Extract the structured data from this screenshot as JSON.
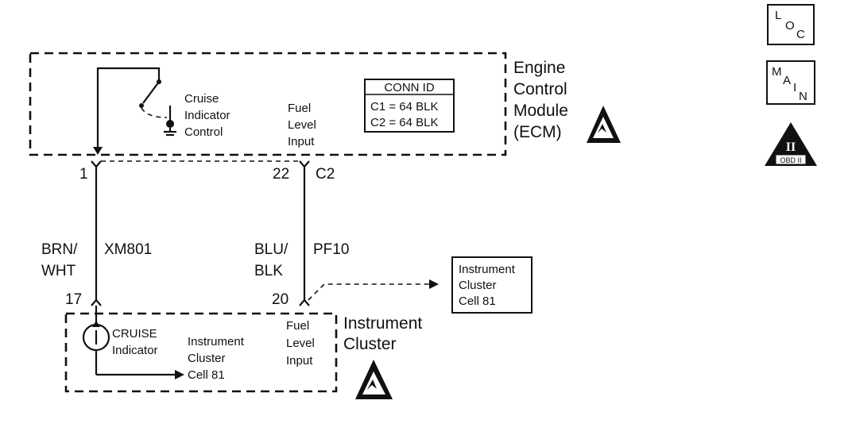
{
  "ecm": {
    "label_lines": [
      "Engine",
      "Control",
      "Module",
      "(ECM)"
    ],
    "switch_label_lines": [
      "Cruise",
      "Indicator",
      "Control"
    ],
    "fuel_input_lines": [
      "Fuel",
      "Level",
      "Input"
    ],
    "conn_table": {
      "header": "CONN ID",
      "rows": [
        "C1 = 64 BLK",
        "C2 = 64 BLK"
      ]
    }
  },
  "wires": {
    "left": {
      "ecm_pin": "1",
      "color_lines": [
        "BRN/",
        "WHT"
      ],
      "circuit": "XM801",
      "cluster_pin": "17"
    },
    "right": {
      "ecm_pin": "22",
      "connector": "C2",
      "color_lines": [
        "BLU/",
        "BLK"
      ],
      "circuit": "PF10",
      "cluster_pin": "20"
    }
  },
  "cluster": {
    "label_lines": [
      "Instrument",
      "Cluster"
    ],
    "indicator_lines": [
      "CRUISE",
      "Indicator"
    ],
    "ref_lines": [
      "Instrument",
      "Cluster",
      "Cell 81"
    ],
    "fuel_input_lines": [
      "Fuel",
      "Level",
      "Input"
    ]
  },
  "ref_box": {
    "lines": [
      "Instrument",
      "Cluster",
      "Cell 81"
    ]
  },
  "side_icons": {
    "loc": {
      "letters": [
        "L",
        "O",
        "C"
      ],
      "icon": "loc-icon"
    },
    "main": {
      "letters": [
        "M",
        "A",
        "I",
        "N"
      ],
      "icon": "main-icon"
    },
    "obd": {
      "numeral": "II",
      "label": "OBD II",
      "icon": "obd-ii-icon"
    }
  },
  "esd_icon": "esd-warning-icon",
  "colors": {
    "ink": "#111111",
    "background": "#ffffff"
  }
}
